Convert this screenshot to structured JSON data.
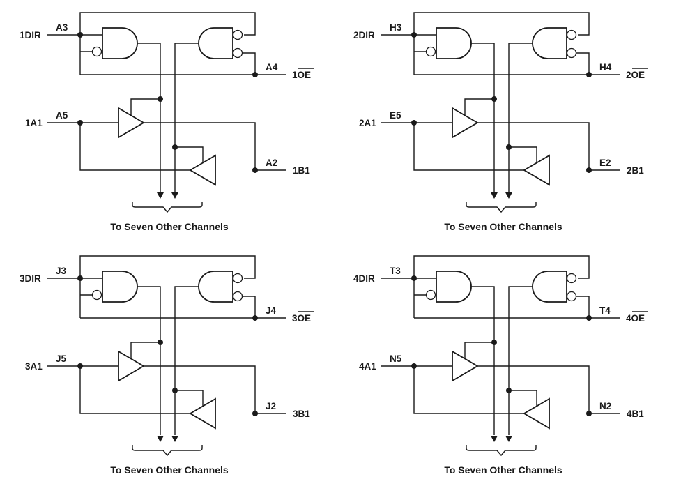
{
  "channels": [
    {
      "dir_signal": "1DIR",
      "dir_pin": "A3",
      "oe_prefix": "1",
      "oe_signal": "OE",
      "oe_pin": "A4",
      "a_signal": "1A1",
      "a_pin": "A5",
      "b_signal": "1B1",
      "b_pin": "A2",
      "caption": "To Seven Other Channels"
    },
    {
      "dir_signal": "2DIR",
      "dir_pin": "H3",
      "oe_prefix": "2",
      "oe_signal": "OE",
      "oe_pin": "H4",
      "a_signal": "2A1",
      "a_pin": "E5",
      "b_signal": "2B1",
      "b_pin": "E2",
      "caption": "To Seven Other Channels"
    },
    {
      "dir_signal": "3DIR",
      "dir_pin": "J3",
      "oe_prefix": "3",
      "oe_signal": "OE",
      "oe_pin": "J4",
      "a_signal": "3A1",
      "a_pin": "J5",
      "b_signal": "3B1",
      "b_pin": "J2",
      "caption": "To Seven Other Channels"
    },
    {
      "dir_signal": "4DIR",
      "dir_pin": "T3",
      "oe_prefix": "4",
      "oe_signal": "OE",
      "oe_pin": "T4",
      "a_signal": "4A1",
      "a_pin": "N5",
      "b_signal": "4B1",
      "b_pin": "N2",
      "caption": "To Seven Other Channels"
    }
  ]
}
